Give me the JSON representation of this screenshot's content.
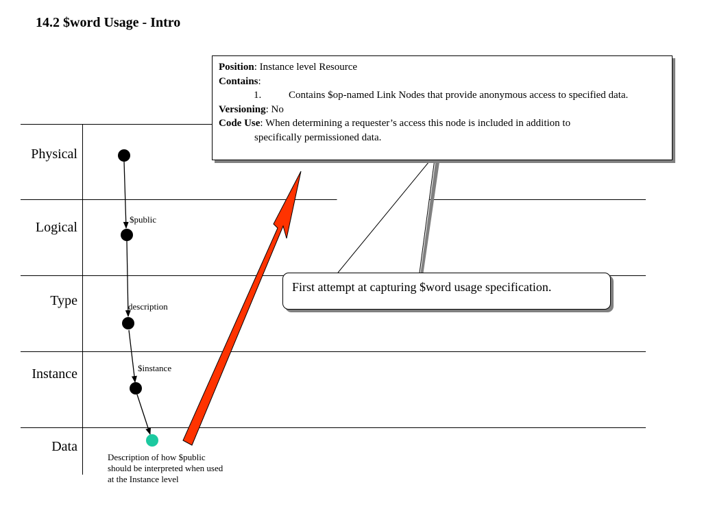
{
  "title": "14.2 $word Usage - Intro",
  "levels": [
    "Physical",
    "Logical",
    "Type",
    "Instance",
    "Data"
  ],
  "edges": [
    "$public",
    "description",
    "$instance"
  ],
  "note": "Description of how $public should be interpreted when used at the Instance level",
  "callout": {
    "position_label": "Position",
    "position_value": ": Instance level Resource",
    "contains_label": "Contains",
    "contains_colon": ":",
    "item_number": "1.",
    "item_text": "Contains $op-named Link Nodes that provide anonymous access to specified data.",
    "versioning_label": "Versioning",
    "versioning_value": ": No",
    "codeuse_label": "Code Use",
    "codeuse_value": ": When determining a requester’s access this node is included in addition to",
    "codeuse_cont": "specifically permissioned data."
  },
  "bubble": "First attempt at capturing $word usage specification.",
  "colors": {
    "node": "#000000",
    "data_node": "#1cc9a0",
    "arrow": "#ff3300",
    "shadow": "#808080"
  }
}
